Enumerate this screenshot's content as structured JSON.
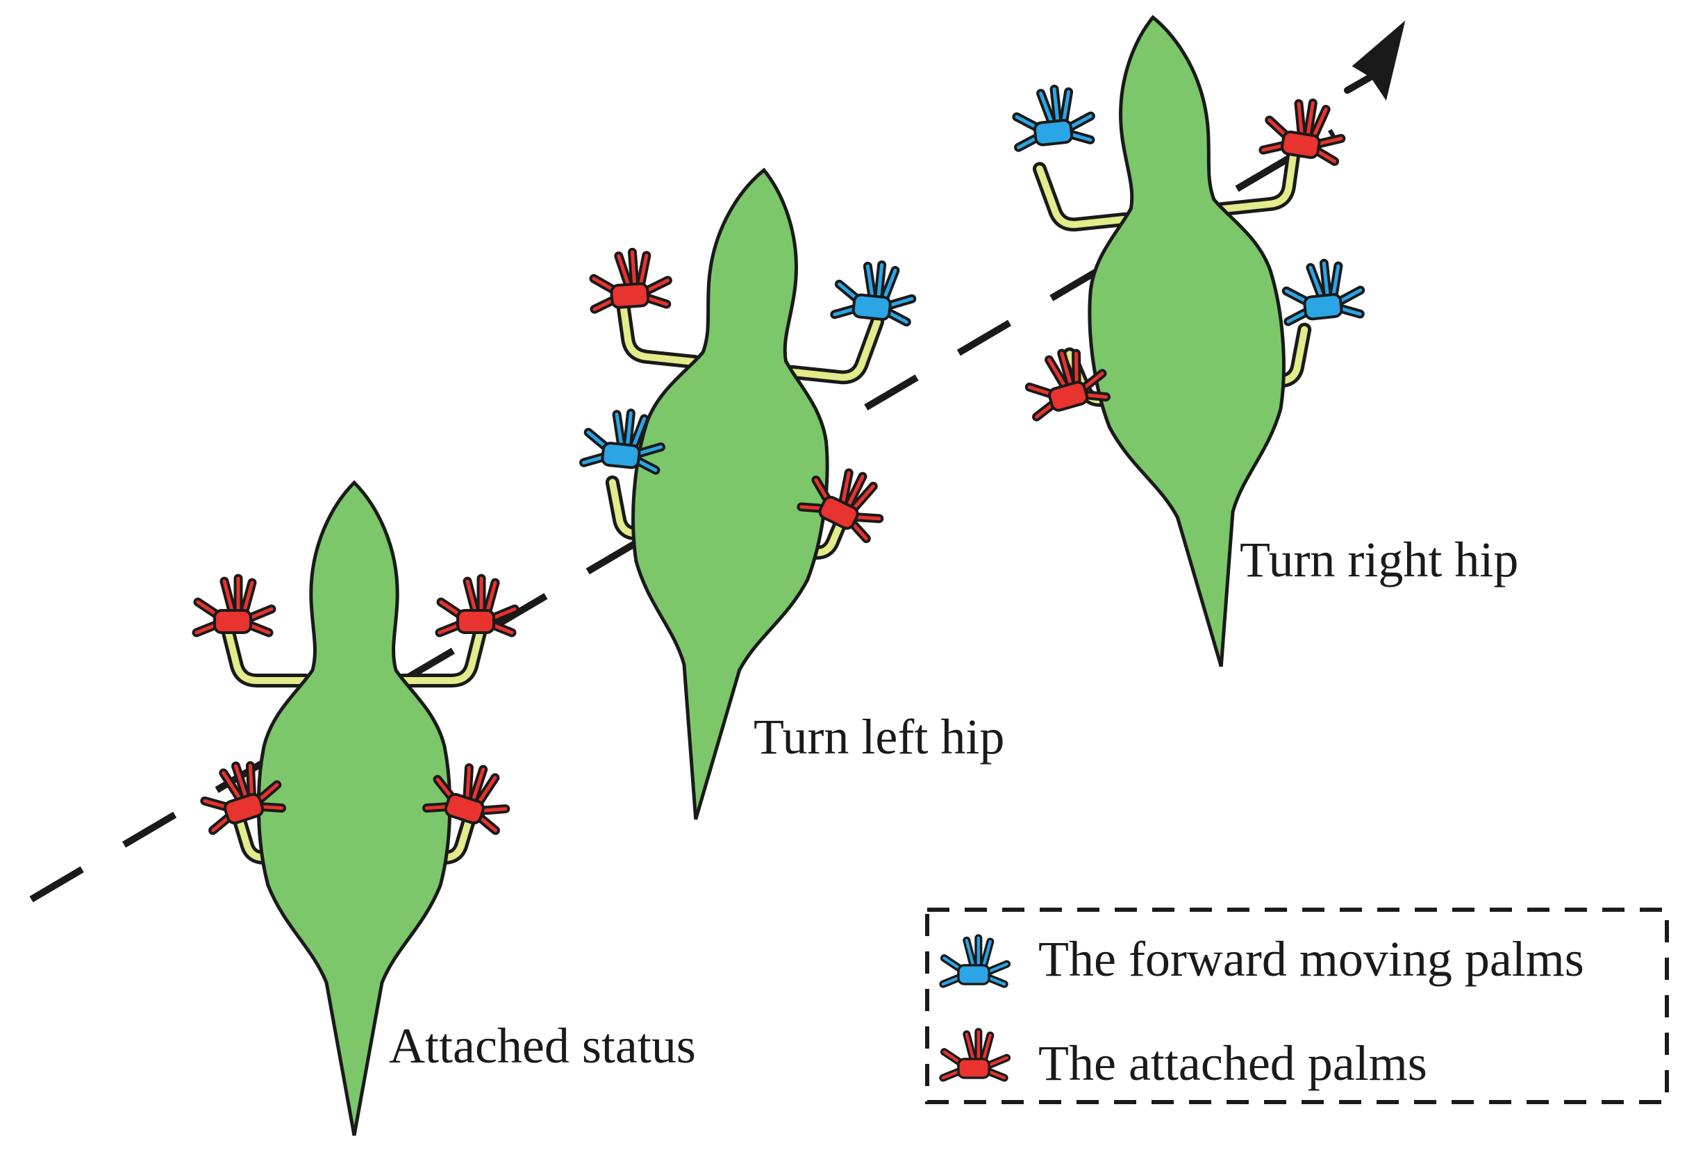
{
  "labels": {
    "attached": "Attached status",
    "left": "Turn left hip",
    "right": "Turn right hip"
  },
  "legend": {
    "forward": "The forward moving palms",
    "attached": "The attached palms"
  },
  "colors": {
    "body": "#7BC76A",
    "leg": "#E3EB8A",
    "outline": "#1a1a1a",
    "forward_palm": "#2BA5E6",
    "attached_palm": "#E8332E",
    "path": "#1a1a1a"
  },
  "icons": {
    "forward": "hand-icon",
    "attached": "hand-icon"
  }
}
